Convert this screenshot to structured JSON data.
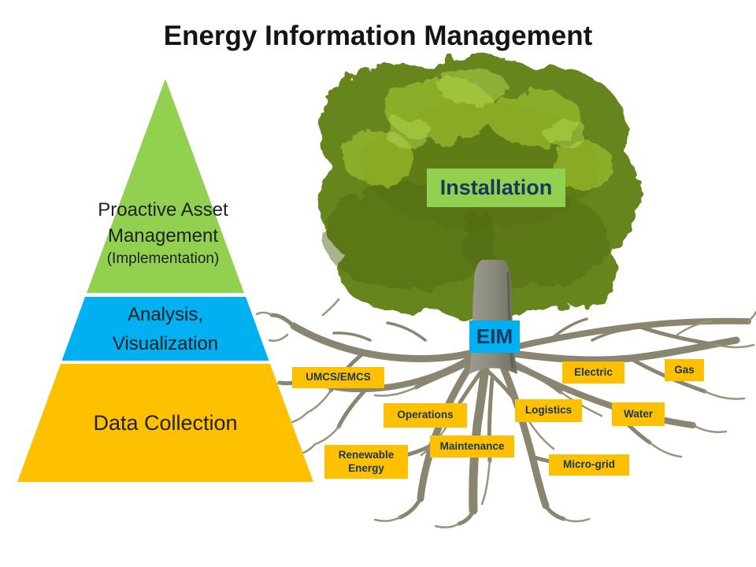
{
  "title": "Energy Information Management",
  "colors": {
    "pyramid_green": "#92D050",
    "pyramid_blue": "#00B0F0",
    "pyramid_yellow": "#FFC000",
    "label_text_navy": "#17375E",
    "pyramid_text": "#212121",
    "canopy_green": "#66851B",
    "root_grey": "#8A8570"
  },
  "pyramid": {
    "top": {
      "line1": "Proactive Asset",
      "line2": "Management",
      "line3": "(Implementation)"
    },
    "middle": {
      "line1": "Analysis,",
      "line2": "Visualization"
    },
    "bottom": {
      "label": "Data Collection"
    }
  },
  "tree": {
    "canopy_label": "Installation",
    "trunk_label": "EIM",
    "root_labels": [
      {
        "label": "UMCS/EMCS"
      },
      {
        "label": "Operations"
      },
      {
        "label": "Renewable Energy"
      },
      {
        "label": "Maintenance"
      },
      {
        "label": "Logistics"
      },
      {
        "label": "Electric"
      },
      {
        "label": "Gas"
      },
      {
        "label": "Water"
      },
      {
        "label": "Micro-grid"
      }
    ]
  }
}
